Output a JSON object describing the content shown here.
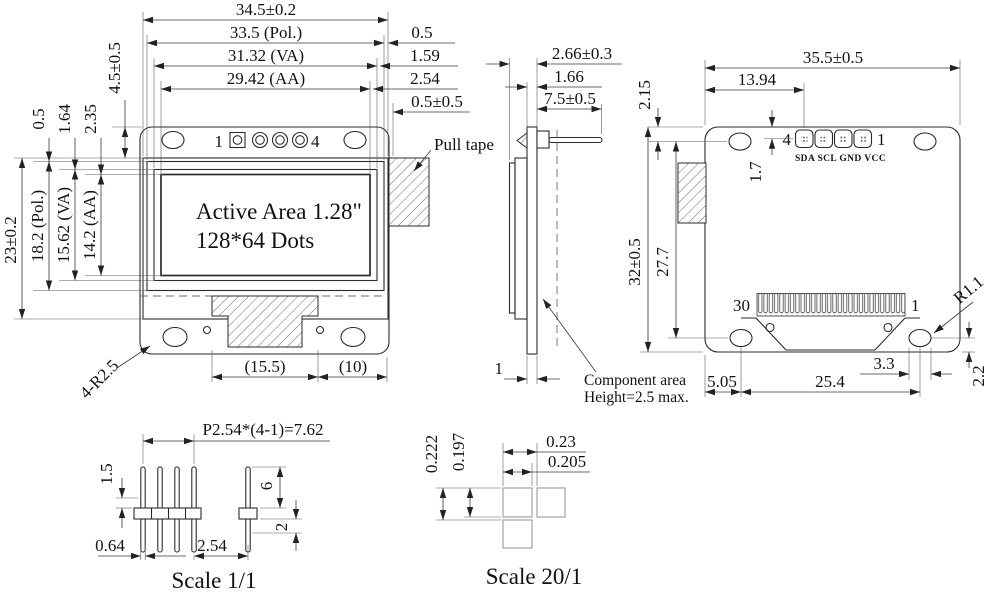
{
  "front": {
    "w_total": "34.5±0.2",
    "w_pol": "33.5 (Pol.)",
    "w_va": "31.32 (VA)",
    "w_aa": "29.42 (AA)",
    "off_r1": "0.5",
    "off_r2": "1.59",
    "off_r3": "2.54",
    "off_r4": "0.5±0.5",
    "off_t1": "0.5",
    "off_t2": "1.64",
    "off_t3": "2.35",
    "off_t4": "4.5±0.5",
    "h_total": "23±0.2",
    "h_pol": "18.2 (Pol.)",
    "h_va": "15.62 (VA)",
    "h_aa": "14.2 (AA)",
    "pin_first": "1",
    "pin_last": "4",
    "aa_line1": "Active Area 1.28\"",
    "aa_line2": "128*64 Dots",
    "pull_tape": "Pull tape",
    "corner": "4-R2.5",
    "tab_w": "(15.5)",
    "tab_off": "(10)"
  },
  "side": {
    "thickness": "2.66±0.3",
    "pcb_glass": "1.66",
    "pin_len": "7.5±0.5",
    "pcb_t": "1",
    "note1": "Component area",
    "note2": "Height=2.5 max."
  },
  "rear": {
    "w": "35.5±0.5",
    "pin_x": "13.94",
    "top_off": "2.15",
    "pin_y": "1.7",
    "h": "32±0.5",
    "hole_y": "27.7",
    "conn_left": "30",
    "conn_right": "1",
    "pad_left": "4",
    "pad_right": "1",
    "pad_names": "SDA SCL GND VCC",
    "radius": "R1.1",
    "hole_w": "3.3",
    "hole_off_y": "2.2",
    "hole_span": "25.4",
    "hole_off_x": "5.05"
  },
  "header": {
    "pitch_total": "P2.54*(4-1)=7.62",
    "tip": "1.5",
    "len": "6",
    "tail": "2",
    "pin_w": "0.64",
    "pitch": "2.54",
    "scale": "Scale 1/1"
  },
  "dots": {
    "pitch_y": "0.222",
    "dot_h": "0.197",
    "pitch_x": "0.23",
    "dot_w": "0.205",
    "scale": "Scale 20/1"
  }
}
